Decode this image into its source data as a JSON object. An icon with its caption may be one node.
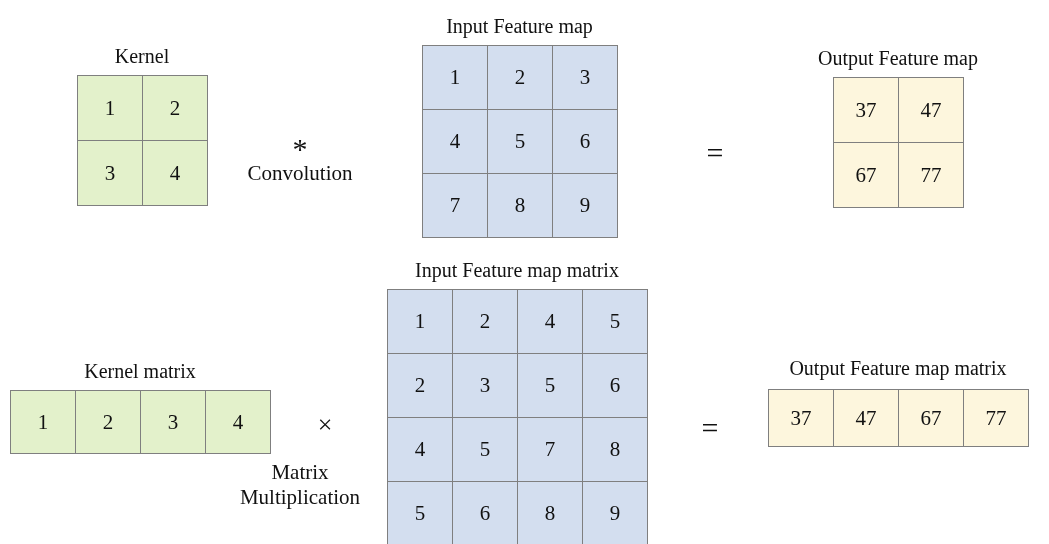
{
  "diagram": {
    "nodes": [
      {
        "text": [
          "Kernel"
        ]
      },
      {
        "text": [
          "1"
        ],
        "in": 0
      },
      {
        "text": [
          "2"
        ],
        "in": 0
      },
      {
        "text": [
          "3"
        ],
        "in": 0
      },
      {
        "text": [
          "4"
        ],
        "in": 0
      },
      {
        "text": [
          "Input Feature map"
        ]
      },
      {
        "text": [
          "1"
        ],
        "in": 5
      },
      {
        "text": [
          "2"
        ],
        "in": 5
      },
      {
        "text": [
          "3"
        ],
        "in": 5
      },
      {
        "text": [
          "4"
        ],
        "in": 5
      },
      {
        "text": [
          "5"
        ],
        "in": 5
      },
      {
        "text": [
          "6"
        ],
        "in": 5
      },
      {
        "text": [
          "7"
        ],
        "in": 5
      },
      {
        "text": [
          "8"
        ],
        "in": 5
      },
      {
        "text": [
          "9"
        ],
        "in": 5
      },
      {
        "text": [
          "Output Feature map"
        ]
      },
      {
        "text": [
          "37"
        ],
        "in": 15
      },
      {
        "text": [
          "47"
        ],
        "in": 15
      },
      {
        "text": [
          "67"
        ],
        "in": 15
      },
      {
        "text": [
          "77"
        ],
        "in": 15
      },
      {
        "text": [
          "Kernel matrix"
        ]
      },
      {
        "text": [
          "1"
        ],
        "in": 20
      },
      {
        "text": [
          "2"
        ],
        "in": 20
      },
      {
        "text": [
          "3"
        ],
        "in": 20
      },
      {
        "text": [
          "4"
        ],
        "in": 20
      },
      {
        "text": [
          "Input Feature map matrix"
        ]
      },
      {
        "text": [
          "1"
        ],
        "in": 25
      },
      {
        "text": [
          "2"
        ],
        "in": 25
      },
      {
        "text": [
          "4"
        ],
        "in": 25
      },
      {
        "text": [
          "5"
        ],
        "in": 25
      },
      {
        "text": [
          "2"
        ],
        "in": 25
      },
      {
        "text": [
          "3"
        ],
        "in": 25
      },
      {
        "text": [
          "5"
        ],
        "in": 25
      },
      {
        "text": [
          "6"
        ],
        "in": 25
      },
      {
        "text": [
          "4"
        ],
        "in": 25
      },
      {
        "text": [
          "5"
        ],
        "in": 25
      },
      {
        "text": [
          "7"
        ],
        "in": 25
      },
      {
        "text": [
          "8"
        ],
        "in": 25
      },
      {
        "text": [
          "5"
        ],
        "in": 25
      },
      {
        "text": [
          "6"
        ],
        "in": 25
      },
      {
        "text": [
          "8"
        ],
        "in": 25
      },
      {
        "text": [
          "9"
        ],
        "in": 25
      },
      {
        "text": [
          "Output Feature map matrix"
        ]
      },
      {
        "text": [
          "37"
        ],
        "in": 42
      },
      {
        "text": [
          "47"
        ],
        "in": 42
      },
      {
        "text": [
          "67"
        ],
        "in": 42
      },
      {
        "text": [
          "77"
        ],
        "in": 42
      }
    ],
    "edges": [],
    "labels": [
      "*",
      "Convolution",
      "=",
      "×",
      "Matrix Multiplication",
      "="
    ]
  }
}
